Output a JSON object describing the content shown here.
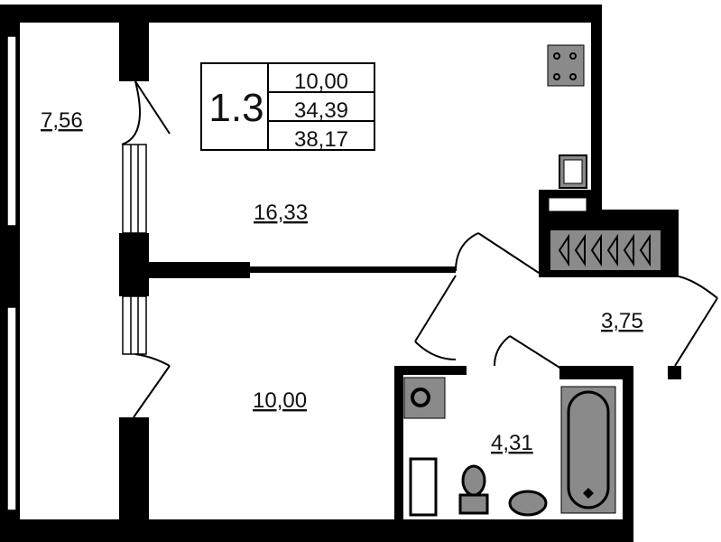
{
  "plan": {
    "apartment_number": "1.3",
    "summary_areas": [
      "10,00",
      "34,39",
      "38,17"
    ],
    "rooms": {
      "balcony": "7,56",
      "living_room": "16,33",
      "bedroom": "10,00",
      "hallway": "3,75",
      "bathroom": "4,31"
    }
  },
  "colors": {
    "wall": "#000000",
    "fixture": "#8a8a8a",
    "background": "#ffffff"
  }
}
